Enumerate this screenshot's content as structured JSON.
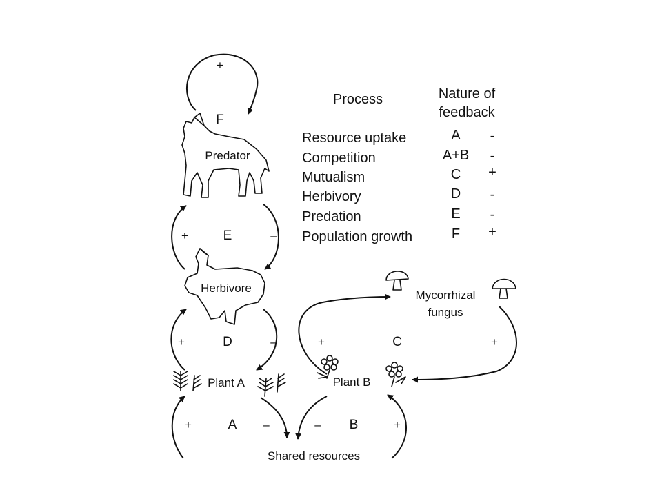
{
  "nodes": {
    "predator": "Predator",
    "herbivore": "Herbivore",
    "plant_a": "Plant A",
    "plant_b": "Plant B",
    "fungus_line1": "Mycorrhizal",
    "fungus_line2": "fungus",
    "resources": "Shared resources"
  },
  "loops": {
    "F": {
      "letter": "F",
      "sign": "+"
    },
    "E": {
      "letter": "E",
      "left_sign": "+",
      "right_sign": "–"
    },
    "D": {
      "letter": "D",
      "left_sign": "+",
      "right_sign": "–"
    },
    "C": {
      "letter": "C",
      "left_sign": "+",
      "right_sign": "+"
    },
    "A": {
      "letter": "A",
      "left_sign": "+",
      "right_sign": "–"
    },
    "B": {
      "letter": "B",
      "left_sign": "–",
      "right_sign": "+"
    }
  },
  "table": {
    "header_process": "Process",
    "header_nature_line1": "Nature of",
    "header_nature_line2": "feedback",
    "rows": [
      {
        "process": "Resource uptake",
        "loop": "A",
        "sign": "-"
      },
      {
        "process": "Competition",
        "loop": "A+B",
        "sign": "-"
      },
      {
        "process": "Mutualism",
        "loop": "C",
        "sign": "+"
      },
      {
        "process": "Herbivory",
        "loop": "D",
        "sign": "-"
      },
      {
        "process": "Predation",
        "loop": "E",
        "sign": "-"
      },
      {
        "process": "Population growth",
        "loop": "F",
        "sign": "+"
      }
    ]
  },
  "icons": [
    "wolf-icon",
    "rabbit-icon",
    "fern-icon",
    "flower-icon",
    "mushroom-icon"
  ]
}
